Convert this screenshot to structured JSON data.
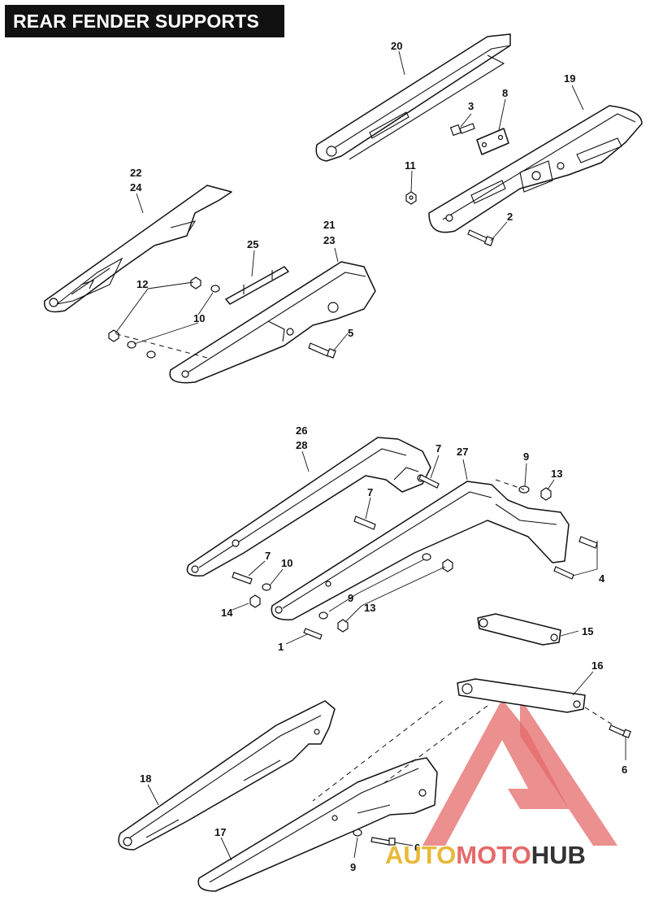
{
  "title": "REAR FENDER SUPPORTS",
  "callouts": {
    "c1": "1",
    "c2": "2",
    "c3": "3",
    "c4": "4",
    "c5": "5",
    "c6a": "6",
    "c6b": "6",
    "c7a": "7",
    "c7b": "7",
    "c7c": "7",
    "c8": "8",
    "c9a": "9",
    "c9b": "9",
    "c9c": "9",
    "c10a": "10",
    "c10b": "10",
    "c11": "11",
    "c12": "12",
    "c13a": "13",
    "c13b": "13",
    "c14": "14",
    "c15": "15",
    "c16": "16",
    "c17": "17",
    "c18": "18",
    "c19": "19",
    "c20": "20",
    "c21": "21",
    "c23": "23",
    "c22": "22",
    "c24": "24",
    "c25": "25",
    "c26": "26",
    "c28": "28",
    "c27": "27"
  },
  "watermark": {
    "part1": "AUTO",
    "part2": "MOTO",
    "part3": "HUB",
    "color_primary": "#e8b93a",
    "color_secondary": "#e56a6a",
    "color_tertiary": "#333333"
  }
}
